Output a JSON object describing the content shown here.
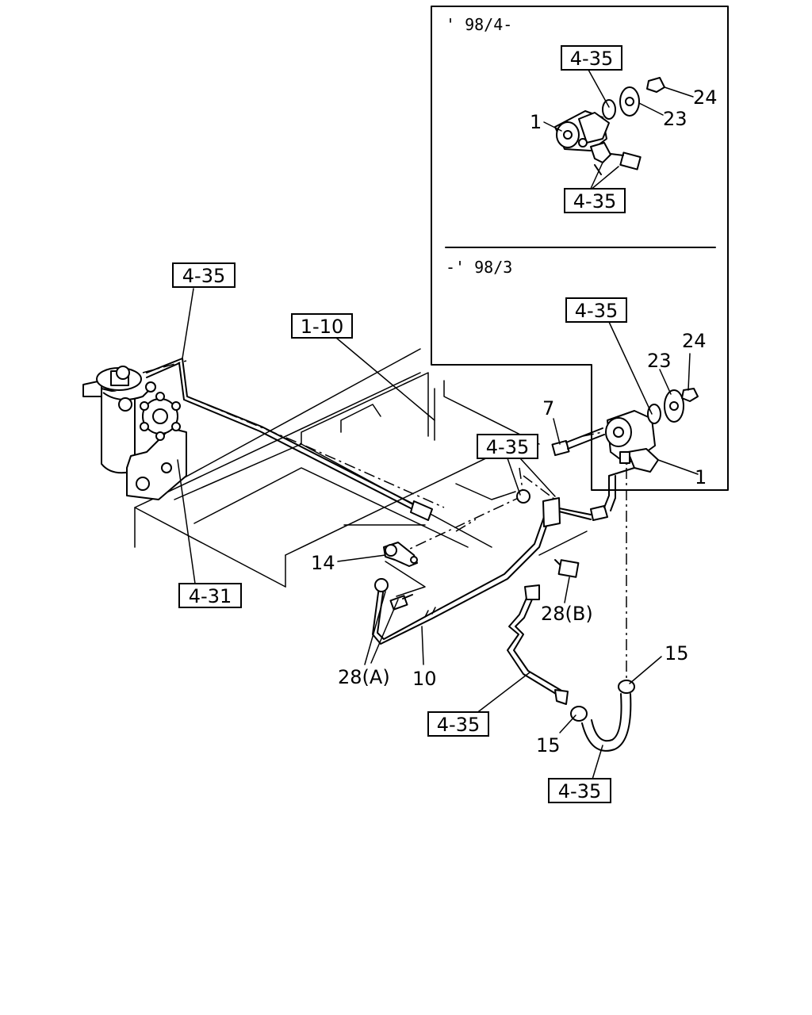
{
  "inset": {
    "top_caption": "' 98/4-",
    "bottom_caption": "-' 98/3"
  },
  "refs": {
    "r1": "4-35",
    "r2": "4-35",
    "r3": "4-35",
    "r4": "4-35",
    "r5": "1-10",
    "r6": "4-35",
    "r7": "4-31",
    "r8": "4-35",
    "r9": "4-35"
  },
  "callouts": {
    "c24a": "24",
    "c23a": "23",
    "c1a": "1",
    "c24b": "24",
    "c23b": "23",
    "c7": "7",
    "c1b": "1",
    "c14": "14",
    "c28b": "28(B)",
    "c15a": "15",
    "c28a": "28(A)",
    "c10": "10",
    "c15b": "15"
  }
}
